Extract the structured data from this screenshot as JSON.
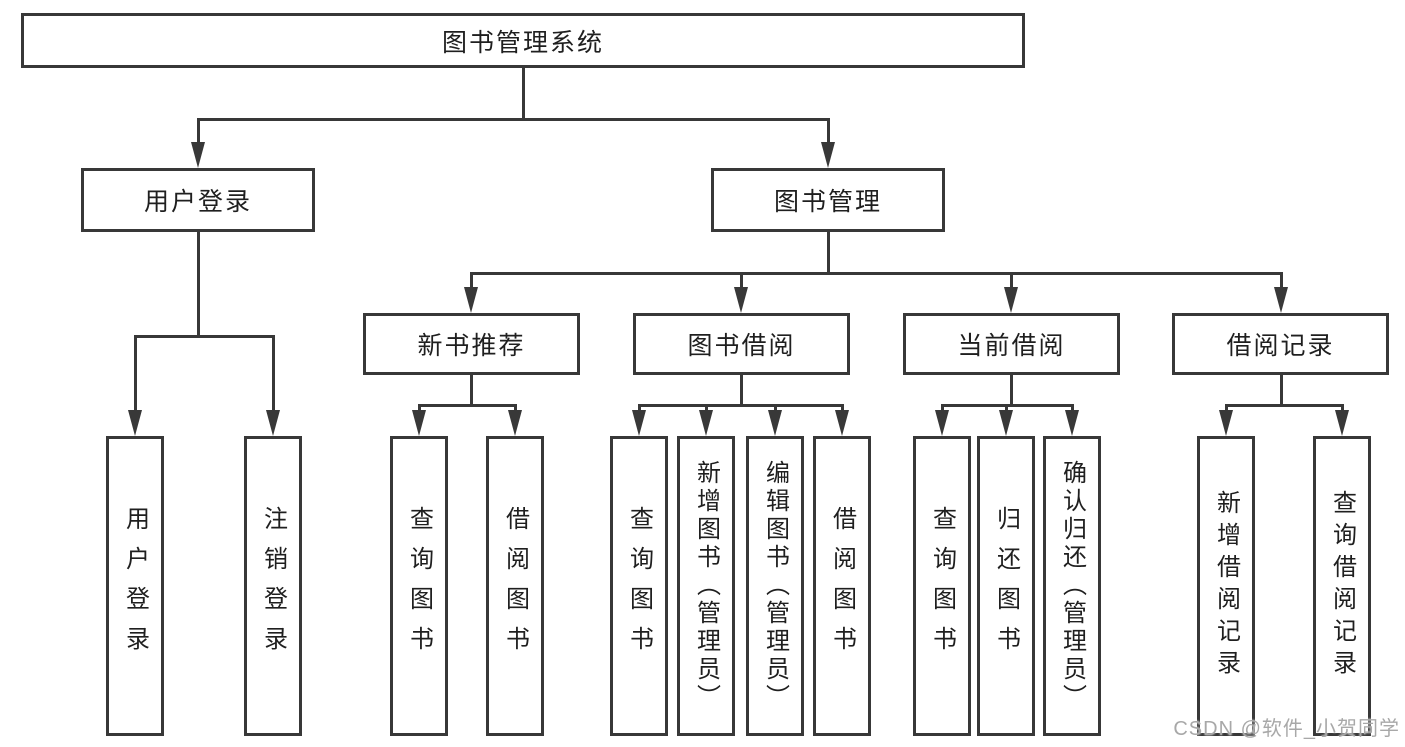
{
  "diagram": {
    "root": "图书管理系统",
    "branches": [
      {
        "label": "用户登录",
        "children": [
          "用户登录",
          "注销登录"
        ]
      },
      {
        "label": "图书管理",
        "groups": [
          {
            "label": "新书推荐",
            "children": [
              "查询图书",
              "借阅图书"
            ]
          },
          {
            "label": "图书借阅",
            "children": [
              "查询图书",
              "新增图书（管理员）",
              "编辑图书（管理员）",
              "借阅图书"
            ]
          },
          {
            "label": "当前借阅",
            "children": [
              "查询图书",
              "归还图书",
              "确认归还（管理员）"
            ]
          },
          {
            "label": "借阅记录",
            "children": [
              "新增借阅记录",
              "查询借阅记录"
            ]
          }
        ]
      }
    ],
    "watermark": "CSDN @软件_小贺同学",
    "colors": {
      "line": "#383838",
      "text": "#1f1f1f",
      "background": "#ffffff",
      "watermark": "#a8a8a8"
    }
  }
}
